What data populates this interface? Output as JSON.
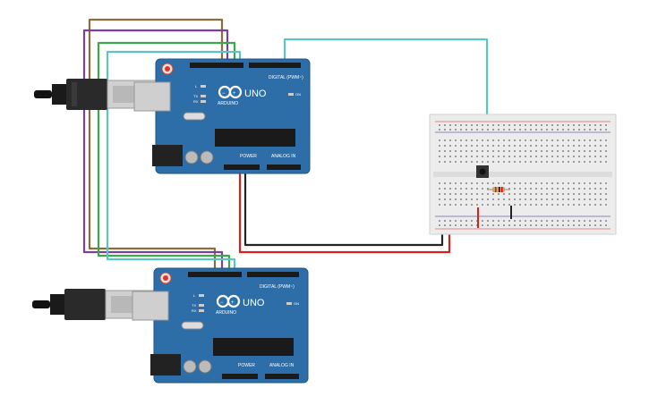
{
  "colors": {
    "board": "#2d6ea8",
    "board_edge": "#1e5586",
    "wire_brown": "#8a6d3b",
    "wire_purple": "#7b3fa0",
    "wire_green": "#3aa84a",
    "wire_cyan": "#5bc4c4",
    "wire_red": "#d62020",
    "wire_black": "#222222",
    "breadboard": "#ececec"
  },
  "board_top": {
    "logo_text": "ARDUINO",
    "model": "UNO",
    "digital_label": "DIGITAL (PWM~)",
    "power_label": "POWER",
    "analog_label": "ANALOG IN",
    "led_l": "L",
    "led_tx": "TX",
    "led_rx": "RX",
    "led_on": "ON"
  },
  "board_bottom": {
    "logo_text": "ARDUINO",
    "model": "UNO",
    "digital_label": "DIGITAL (PWM~)",
    "power_label": "POWER",
    "analog_label": "ANALOG IN",
    "led_l": "L",
    "led_tx": "TX",
    "led_rx": "RX",
    "led_on": "ON"
  },
  "icons": {
    "usb_cable_top": "usb-cable-icon",
    "usb_cable_bottom": "usb-cable-icon",
    "push_button": "push-button-icon",
    "resistor": "resistor-icon"
  }
}
